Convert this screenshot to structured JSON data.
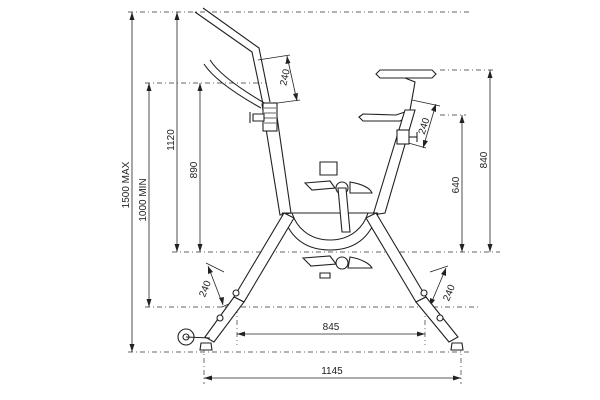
{
  "drawing": {
    "subject": "exercise-bike-side-elevation",
    "dimensions": {
      "overall_height_max": "1500 MAX",
      "overall_height_min": "1000 MIN",
      "handlebar_height": "1120",
      "handlebar_low_height": "890",
      "saddle_height_high": "840",
      "saddle_height_low": "640",
      "handlebar_adjust": "240",
      "saddle_adjust": "240",
      "front_leg_adjust": "240",
      "rear_leg_adjust": "240",
      "inner_base_width": "845",
      "overall_base_width": "1145"
    }
  }
}
